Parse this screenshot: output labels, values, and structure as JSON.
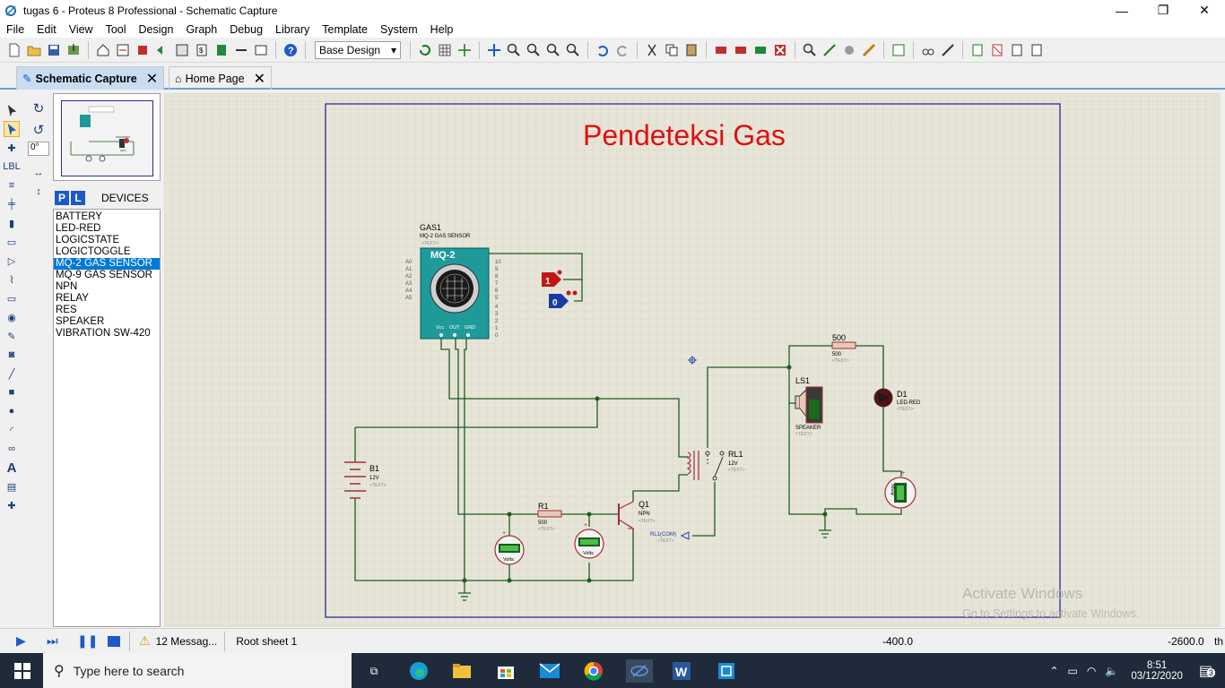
{
  "window": {
    "title": "tugas 6 - Proteus 8 Professional - Schematic Capture"
  },
  "menu": [
    "File",
    "Edit",
    "View",
    "Tool",
    "Design",
    "Graph",
    "Debug",
    "Library",
    "Template",
    "System",
    "Help"
  ],
  "toolbar": {
    "design_select": "Base Design"
  },
  "tabs": [
    {
      "label": "Schematic Capture"
    },
    {
      "label": "Home Page"
    }
  ],
  "side": {
    "angle": "0°"
  },
  "devices": {
    "header_p": "P",
    "header_l": "L",
    "title": "DEVICES",
    "items": [
      "BATTERY",
      "LED-RED",
      "LOGICSTATE",
      "LOGICTOGGLE",
      "MQ-2 GAS SENSOR",
      "MQ-9 GAS SENSOR",
      "NPN",
      "RELAY",
      "RES",
      "SPEAKER",
      "VIBRATION SW-420"
    ],
    "selected": "MQ-2 GAS SENSOR"
  },
  "schematic": {
    "title": "Pendeteksi Gas",
    "gas": {
      "ref": "GAS1",
      "type": "MQ-2 GAS SENSOR",
      "text": "<TEXT>",
      "label": "MQ-2",
      "pins": [
        "A0",
        "A1",
        "A2",
        "A3",
        "A4",
        "A5"
      ],
      "rpins": [
        "10",
        "9",
        "8",
        "7",
        "6",
        "5",
        "4",
        "3",
        "2",
        "1",
        "0"
      ],
      "bottom": [
        "Vcc",
        "OUT",
        "GND"
      ]
    },
    "logic1": "1",
    "logic0": "0",
    "r500": {
      "ref": "500",
      "val": "500",
      "text": "<TEXT>"
    },
    "ls1": {
      "ref": "LS1",
      "type": "SPEAKER",
      "text": "<TEXT>"
    },
    "d1": {
      "ref": "D1",
      "type": "LED-RED",
      "text": "<TEXT>"
    },
    "b1": {
      "ref": "B1",
      "val": "12V",
      "text": "<TEXT>"
    },
    "rl1": {
      "ref": "RL1",
      "val": "12V",
      "text": "<TEXT>",
      "com": "RL1(COM)",
      "comtext": "<TEXT>"
    },
    "r1": {
      "ref": "R1",
      "val": "500",
      "text": "<TEXT>"
    },
    "q1": {
      "ref": "Q1",
      "type": "NPN",
      "text": "<TEXT>"
    },
    "volts": "Volts",
    "amps": "Amps",
    "watermark1": "Activate Windows",
    "watermark2": "Go to Settings to activate Windows."
  },
  "status": {
    "messages": "12 Messag...",
    "sheet": "Root sheet 1",
    "x": "-400.0",
    "y": "-2600.0",
    "unit": "th"
  },
  "taskbar": {
    "search_placeholder": "Type here to search",
    "time": "8:51",
    "date": "03/12/2020",
    "notif": "3"
  },
  "colors": {
    "grid_bg": "#e7e5d8",
    "wire": "#1e5c1e",
    "frame": "#1a1a9a",
    "title_red": "#e01010",
    "mq2_teal": "#1f9a9a",
    "tab_accent": "#6ba0d8"
  }
}
